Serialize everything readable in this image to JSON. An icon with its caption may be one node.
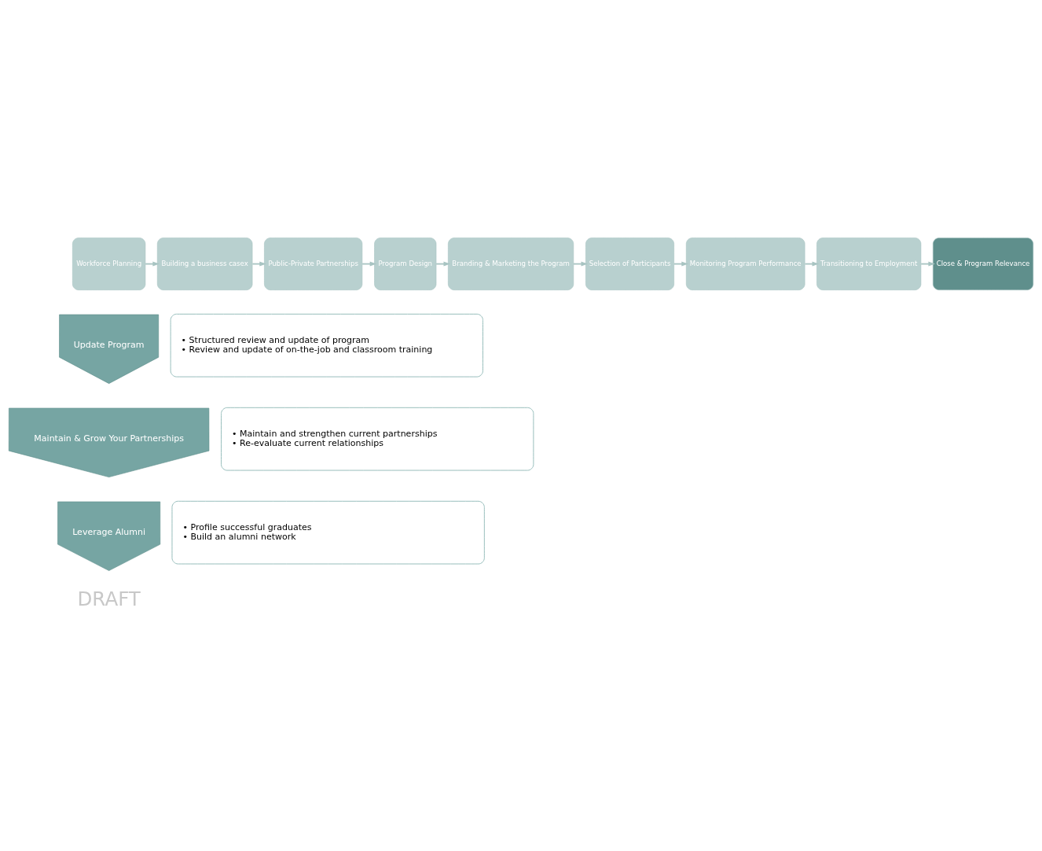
{
  "diagram": {
    "nodes": [
      {
        "text": [
          "Workforce Planning"
        ]
      },
      {
        "text": [
          "Building a business casex"
        ]
      },
      {
        "text": [
          "Public-Private Partnerships"
        ]
      },
      {
        "text": [
          "Program Design"
        ]
      },
      {
        "text": [
          "Branding & Marketing the Program"
        ]
      },
      {
        "text": [
          "Selection of Participants"
        ]
      },
      {
        "text": [
          "Monitoring Program Performance"
        ]
      },
      {
        "text": [
          "Transitioning to Employment"
        ]
      },
      {
        "text": [
          "Close & Program Relevance"
        ]
      },
      {
        "text": [
          "Update Program"
        ]
      },
      {
        "text": [
          "• Structured review and update of program",
          "• Review and update of on-the-job and classroom training"
        ]
      },
      {
        "text": [
          "Maintain & Grow Your Partnerships"
        ]
      },
      {
        "text": [
          "• Maintain and strengthen current partnerships",
          "• Re-evaluate current relationships"
        ]
      },
      {
        "text": [
          "Leverage Alumni"
        ]
      },
      {
        "text": [
          "• Profile successful graduates",
          "• Build an alumni network"
        ]
      }
    ],
    "edges": [
      {
        "from": 0,
        "to": 1,
        "arrow": "to"
      },
      {
        "from": 1,
        "to": 2,
        "arrow": "to"
      },
      {
        "from": 2,
        "to": 3,
        "arrow": "to"
      },
      {
        "from": 3,
        "to": 4,
        "arrow": "to"
      },
      {
        "from": 4,
        "to": 5,
        "arrow": "to"
      },
      {
        "from": 5,
        "to": 6,
        "arrow": "to"
      },
      {
        "from": 6,
        "to": 7,
        "arrow": "to"
      },
      {
        "from": 7,
        "to": 8,
        "arrow": "to"
      }
    ],
    "labels": [
      "DRAFT"
    ]
  }
}
